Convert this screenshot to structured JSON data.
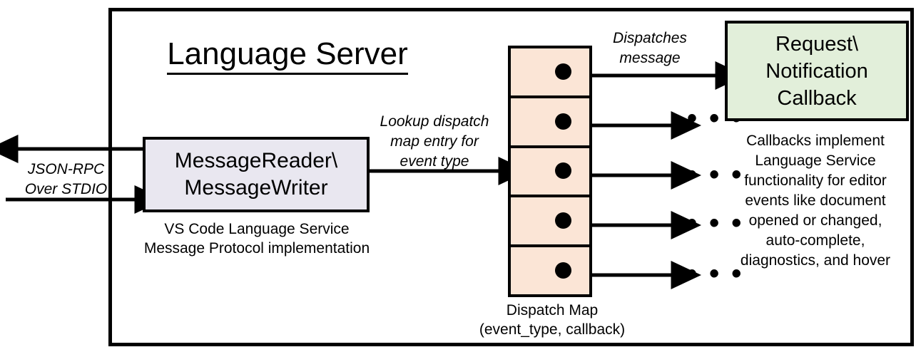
{
  "diagram": {
    "title": "Language Server",
    "external_protocol_label": "JSON-RPC\nOver STDIO",
    "external_protocol_line1": "JSON-RPC",
    "external_protocol_line2": "Over STDIO",
    "reader_writer": {
      "line1": "MessageReader\\",
      "line2": "MessageWriter",
      "caption_line1": "VS Code Language Service",
      "caption_line2": "Message Protocol implementation",
      "fill_color": "#E9E7F0"
    },
    "lookup_edge": {
      "line1": "Lookup dispatch",
      "line2": "map entry for",
      "line3": "event type"
    },
    "dispatch_map": {
      "caption_line1": "Dispatch Map",
      "caption_line2": "(event_type, callback)",
      "fill_color": "#FBE5D6",
      "rows": [
        {
          "index": 1,
          "has_dot": true,
          "target": "callback-box"
        },
        {
          "index": 2,
          "has_dot": true,
          "target": "ellipsis"
        },
        {
          "index": 3,
          "has_dot": true,
          "target": "ellipsis"
        },
        {
          "index": 4,
          "has_dot": true,
          "target": "ellipsis"
        },
        {
          "index": 5,
          "has_dot": true,
          "target": "ellipsis"
        }
      ],
      "ellipsis_glyph": "• • •"
    },
    "dispatches_edge": {
      "line1": "Dispatches",
      "line2": "message"
    },
    "callback": {
      "line1": "Request\\",
      "line2": "Notification",
      "line3": "Callback",
      "fill_color": "#E2EFDA",
      "caption_line1": "Callbacks implement",
      "caption_line2": "Language Service",
      "caption_line3": "functionality for editor",
      "caption_line4": "events like document",
      "caption_line5": "opened or changed,",
      "caption_line6": "auto-complete,",
      "caption_line7": "diagnostics, and hover"
    },
    "colors": {
      "stroke": "#000000",
      "background": "#FFFFFF"
    }
  }
}
